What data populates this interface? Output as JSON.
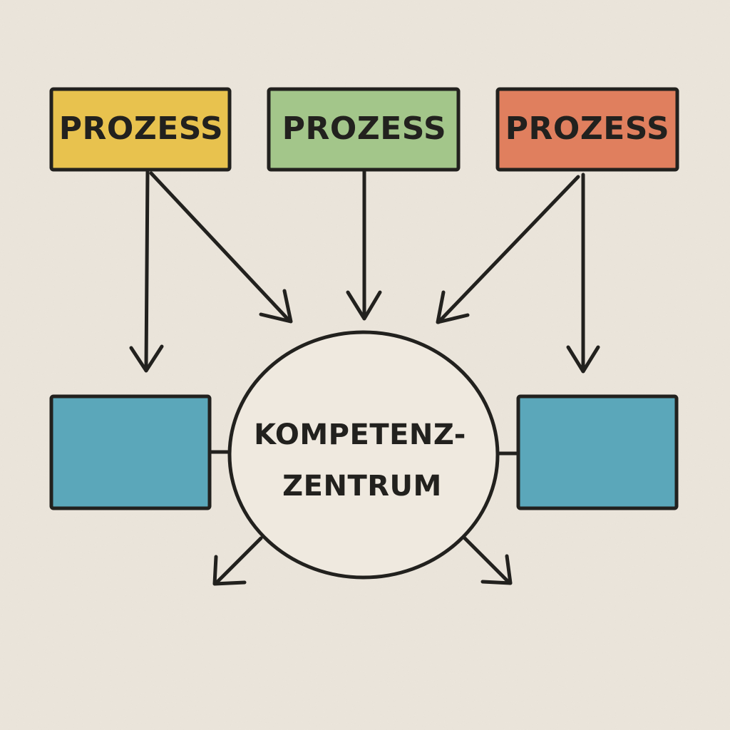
{
  "processes": [
    {
      "label": "PROZESS",
      "color": "#e8c24e"
    },
    {
      "label": "PROZESS",
      "color": "#a3c68a"
    },
    {
      "label": "PROZESS",
      "color": "#e07f5e"
    }
  ],
  "hub": {
    "line1": "KOMPETENZ-",
    "line2": "ZENTRUM",
    "fill": "#efe9df"
  },
  "side_boxes": [
    {
      "color": "#5ba7ba"
    },
    {
      "color": "#5ba7ba"
    }
  ],
  "colors": {
    "background": "#ece6dc",
    "stroke": "#22211e"
  }
}
